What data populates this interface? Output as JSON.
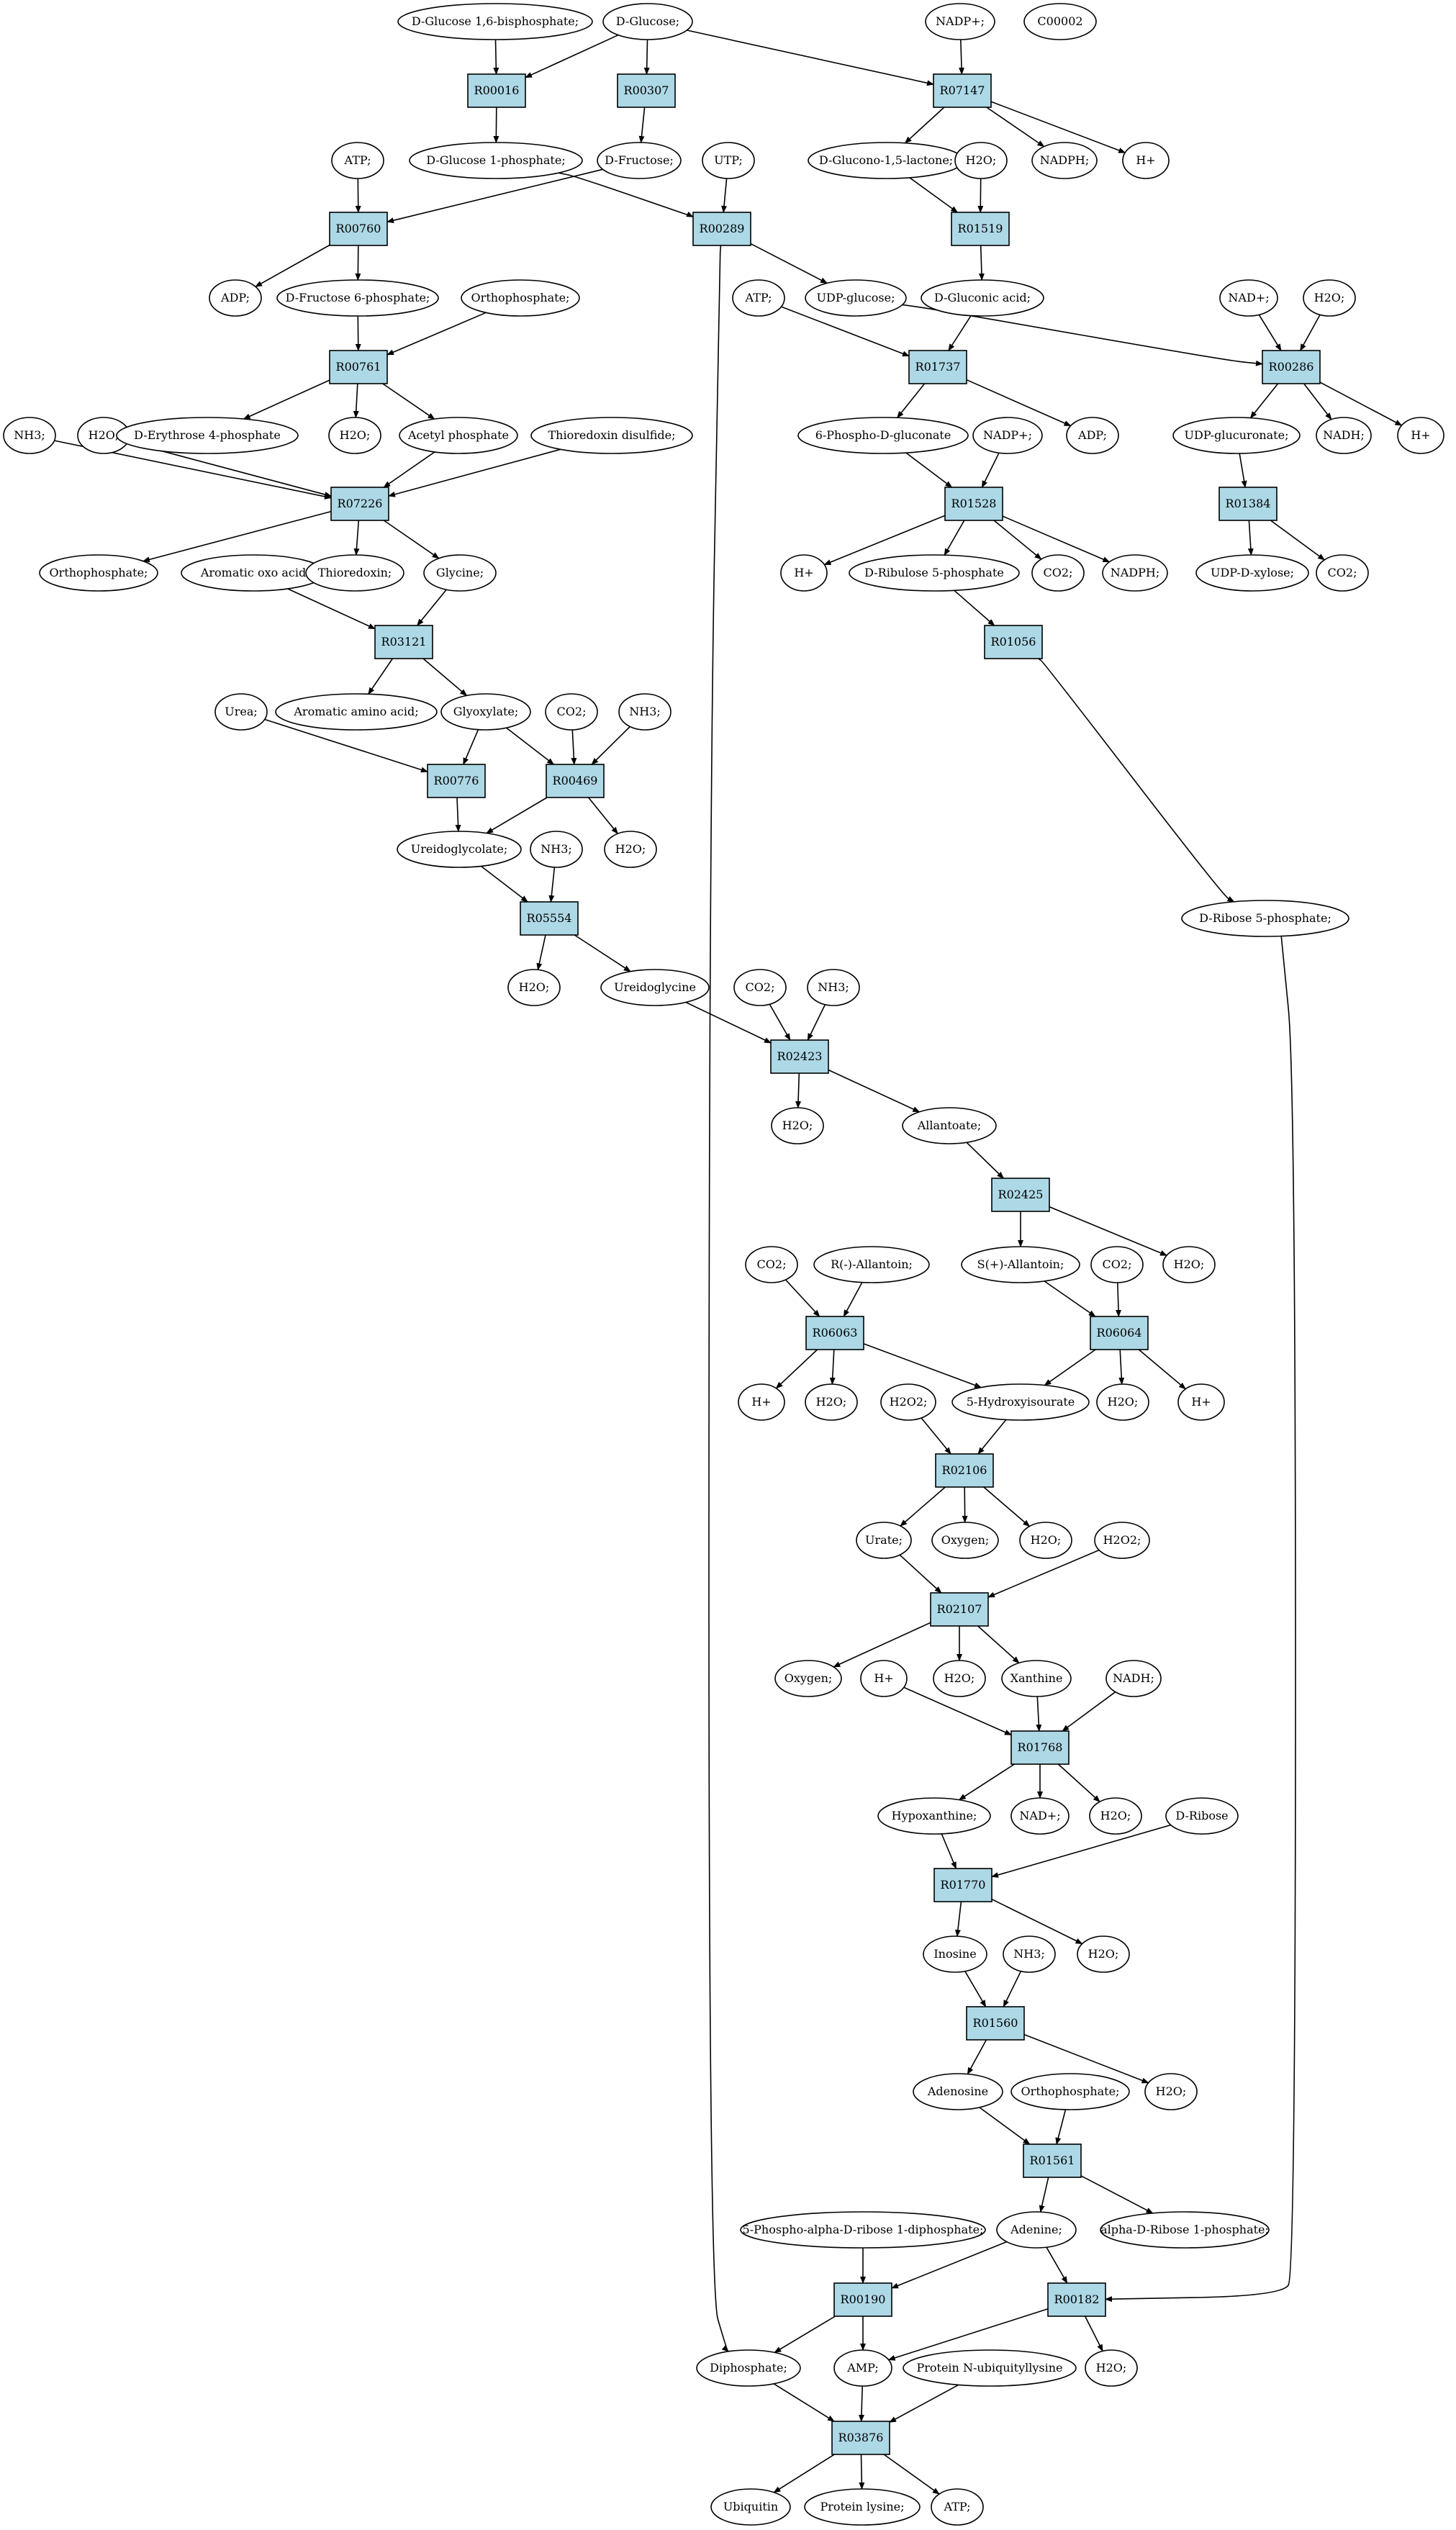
{
  "colors": {
    "reaction_fill": "#add8e6",
    "compound_fill": "#ffffff",
    "highlight_green": "#00ee00",
    "highlight_yellow": "#ffff00",
    "stroke": "#000000"
  },
  "nodes": [
    {
      "id": "glc16bp",
      "label": "D-Glucose 1,6-bisphosphate;",
      "kind": "compound"
    },
    {
      "id": "dglucose",
      "label": "D-Glucose;",
      "kind": "compound",
      "highlight": "green"
    },
    {
      "id": "nadp1",
      "label": "NADP+;",
      "kind": "compound"
    },
    {
      "id": "c00002",
      "label": "C00002",
      "kind": "compound",
      "highlight": "yellow"
    },
    {
      "id": "r00016",
      "label": "R00016",
      "kind": "reaction"
    },
    {
      "id": "r00307",
      "label": "R00307",
      "kind": "reaction"
    },
    {
      "id": "r07147",
      "label": "R07147",
      "kind": "reaction"
    },
    {
      "id": "atp1",
      "label": "ATP;",
      "kind": "compound"
    },
    {
      "id": "glc1p",
      "label": "D-Glucose 1-phosphate;",
      "kind": "compound"
    },
    {
      "id": "dfructose",
      "label": "D-Fructose;",
      "kind": "compound"
    },
    {
      "id": "utp",
      "label": "UTP;",
      "kind": "compound"
    },
    {
      "id": "gluconolactone",
      "label": "D-Glucono-1,5-lactone;",
      "kind": "compound"
    },
    {
      "id": "h2o_a",
      "label": "H2O;",
      "kind": "compound"
    },
    {
      "id": "nadph1",
      "label": "NADPH;",
      "kind": "compound"
    },
    {
      "id": "hplus1",
      "label": "H+",
      "kind": "compound"
    },
    {
      "id": "r00760",
      "label": "R00760",
      "kind": "reaction"
    },
    {
      "id": "r00289",
      "label": "R00289",
      "kind": "reaction"
    },
    {
      "id": "r01519",
      "label": "R01519",
      "kind": "reaction"
    },
    {
      "id": "adp1",
      "label": "ADP;",
      "kind": "compound"
    },
    {
      "id": "f6p",
      "label": "D-Fructose 6-phosphate;",
      "kind": "compound"
    },
    {
      "id": "orthop1",
      "label": "Orthophosphate;",
      "kind": "compound"
    },
    {
      "id": "atp2",
      "label": "ATP;",
      "kind": "compound"
    },
    {
      "id": "udpglucose",
      "label": "UDP-glucose;",
      "kind": "compound"
    },
    {
      "id": "gluconic",
      "label": "D-Gluconic acid;",
      "kind": "compound"
    },
    {
      "id": "nadplus1",
      "label": "NAD+;",
      "kind": "compound"
    },
    {
      "id": "h2o_b",
      "label": "H2O;",
      "kind": "compound"
    },
    {
      "id": "r00761",
      "label": "R00761",
      "kind": "reaction"
    },
    {
      "id": "r01737",
      "label": "R01737",
      "kind": "reaction"
    },
    {
      "id": "r00286",
      "label": "R00286",
      "kind": "reaction"
    },
    {
      "id": "nh3_a",
      "label": "NH3;",
      "kind": "compound"
    },
    {
      "id": "h2o_c",
      "label": "H2O;",
      "kind": "compound"
    },
    {
      "id": "e4p",
      "label": "D-Erythrose 4-phosphate",
      "kind": "compound"
    },
    {
      "id": "h2o_d",
      "label": "H2O;",
      "kind": "compound"
    },
    {
      "id": "acetylp",
      "label": "Acetyl phosphate",
      "kind": "compound"
    },
    {
      "id": "thioredoxin_ds",
      "label": "Thioredoxin disulfide;",
      "kind": "compound"
    },
    {
      "id": "pgluconate",
      "label": "6-Phospho-D-gluconate",
      "kind": "compound"
    },
    {
      "id": "nadp2",
      "label": "NADP+;",
      "kind": "compound"
    },
    {
      "id": "adp2",
      "label": "ADP;",
      "kind": "compound"
    },
    {
      "id": "udpglcur",
      "label": "UDP-glucuronate;",
      "kind": "compound"
    },
    {
      "id": "nadh1",
      "label": "NADH;",
      "kind": "compound"
    },
    {
      "id": "hplus2",
      "label": "H+",
      "kind": "compound"
    },
    {
      "id": "r07226",
      "label": "R07226",
      "kind": "reaction"
    },
    {
      "id": "r01528",
      "label": "R01528",
      "kind": "reaction"
    },
    {
      "id": "r01384",
      "label": "R01384",
      "kind": "reaction"
    },
    {
      "id": "orthop2",
      "label": "Orthophosphate;",
      "kind": "compound"
    },
    {
      "id": "aromoxo",
      "label": "Aromatic oxo acid",
      "kind": "compound"
    },
    {
      "id": "thioredoxin",
      "label": "Thioredoxin;",
      "kind": "compound"
    },
    {
      "id": "glycine",
      "label": "Glycine;",
      "kind": "compound"
    },
    {
      "id": "hplus3",
      "label": "H+",
      "kind": "compound"
    },
    {
      "id": "ru5p",
      "label": "D-Ribulose 5-phosphate",
      "kind": "compound"
    },
    {
      "id": "co2_a",
      "label": "CO2;",
      "kind": "compound"
    },
    {
      "id": "nadph2",
      "label": "NADPH;",
      "kind": "compound"
    },
    {
      "id": "udpxylose",
      "label": "UDP-D-xylose;",
      "kind": "compound"
    },
    {
      "id": "co2_b",
      "label": "CO2;",
      "kind": "compound"
    },
    {
      "id": "r03121",
      "label": "R03121",
      "kind": "reaction"
    },
    {
      "id": "r01056",
      "label": "R01056",
      "kind": "reaction"
    },
    {
      "id": "urea",
      "label": "Urea;",
      "kind": "compound"
    },
    {
      "id": "aromamino",
      "label": "Aromatic amino acid;",
      "kind": "compound"
    },
    {
      "id": "glyoxylate",
      "label": "Glyoxylate;",
      "kind": "compound"
    },
    {
      "id": "co2_c",
      "label": "CO2;",
      "kind": "compound"
    },
    {
      "id": "nh3_b",
      "label": "NH3;",
      "kind": "compound"
    },
    {
      "id": "r00776",
      "label": "R00776",
      "kind": "reaction"
    },
    {
      "id": "r00469",
      "label": "R00469",
      "kind": "reaction"
    },
    {
      "id": "ureidoglycolate",
      "label": "Ureidoglycolate;",
      "kind": "compound"
    },
    {
      "id": "nh3_c",
      "label": "NH3;",
      "kind": "compound"
    },
    {
      "id": "h2o_e",
      "label": "H2O;",
      "kind": "compound"
    },
    {
      "id": "r05554",
      "label": "R05554",
      "kind": "reaction"
    },
    {
      "id": "r5p",
      "label": "D-Ribose 5-phosphate;",
      "kind": "compound"
    },
    {
      "id": "h2o_f",
      "label": "H2O;",
      "kind": "compound"
    },
    {
      "id": "ureidoglycine",
      "label": "Ureidoglycine",
      "kind": "compound"
    },
    {
      "id": "co2_d",
      "label": "CO2;",
      "kind": "compound"
    },
    {
      "id": "nh3_d",
      "label": "NH3;",
      "kind": "compound"
    },
    {
      "id": "r02423",
      "label": "R02423",
      "kind": "reaction"
    },
    {
      "id": "h2o_g",
      "label": "H2O;",
      "kind": "compound"
    },
    {
      "id": "allantoate",
      "label": "Allantoate;",
      "kind": "compound"
    },
    {
      "id": "r02425",
      "label": "R02425",
      "kind": "reaction"
    },
    {
      "id": "co2_e",
      "label": "CO2;",
      "kind": "compound"
    },
    {
      "id": "rallantoin",
      "label": "R(-)-Allantoin;",
      "kind": "compound"
    },
    {
      "id": "sallantoin",
      "label": "S(+)-Allantoin;",
      "kind": "compound"
    },
    {
      "id": "co2_f",
      "label": "CO2;",
      "kind": "compound"
    },
    {
      "id": "h2o_h",
      "label": "H2O;",
      "kind": "compound"
    },
    {
      "id": "r06063",
      "label": "R06063",
      "kind": "reaction"
    },
    {
      "id": "r06064",
      "label": "R06064",
      "kind": "reaction"
    },
    {
      "id": "hplus4",
      "label": "H+",
      "kind": "compound"
    },
    {
      "id": "h2o_i",
      "label": "H2O;",
      "kind": "compound"
    },
    {
      "id": "h2o2_a",
      "label": "H2O2;",
      "kind": "compound"
    },
    {
      "id": "hiu",
      "label": "5-Hydroxyisourate",
      "kind": "compound"
    },
    {
      "id": "h2o_j",
      "label": "H2O;",
      "kind": "compound"
    },
    {
      "id": "hplus5",
      "label": "H+",
      "kind": "compound"
    },
    {
      "id": "r02106",
      "label": "R02106",
      "kind": "reaction"
    },
    {
      "id": "urate",
      "label": "Urate;",
      "kind": "compound"
    },
    {
      "id": "oxygen1",
      "label": "Oxygen;",
      "kind": "compound"
    },
    {
      "id": "h2o_k",
      "label": "H2O;",
      "kind": "compound"
    },
    {
      "id": "h2o2_b",
      "label": "H2O2;",
      "kind": "compound"
    },
    {
      "id": "r02107",
      "label": "R02107",
      "kind": "reaction"
    },
    {
      "id": "oxygen2",
      "label": "Oxygen;",
      "kind": "compound"
    },
    {
      "id": "hplus6",
      "label": "H+",
      "kind": "compound"
    },
    {
      "id": "h2o_l",
      "label": "H2O;",
      "kind": "compound"
    },
    {
      "id": "xanthine",
      "label": "Xanthine",
      "kind": "compound"
    },
    {
      "id": "nadh2",
      "label": "NADH;",
      "kind": "compound"
    },
    {
      "id": "r01768",
      "label": "R01768",
      "kind": "reaction"
    },
    {
      "id": "hypoxanthine",
      "label": "Hypoxanthine;",
      "kind": "compound"
    },
    {
      "id": "nadplus2",
      "label": "NAD+;",
      "kind": "compound"
    },
    {
      "id": "h2o_m",
      "label": "H2O;",
      "kind": "compound"
    },
    {
      "id": "dribose",
      "label": "D-Ribose",
      "kind": "compound"
    },
    {
      "id": "r01770",
      "label": "R01770",
      "kind": "reaction"
    },
    {
      "id": "inosine",
      "label": "Inosine",
      "kind": "compound"
    },
    {
      "id": "nh3_e",
      "label": "NH3;",
      "kind": "compound"
    },
    {
      "id": "h2o_n",
      "label": "H2O;",
      "kind": "compound"
    },
    {
      "id": "r01560",
      "label": "R01560",
      "kind": "reaction"
    },
    {
      "id": "adenosine",
      "label": "Adenosine",
      "kind": "compound"
    },
    {
      "id": "orthop3",
      "label": "Orthophosphate;",
      "kind": "compound"
    },
    {
      "id": "h2o_o",
      "label": "H2O;",
      "kind": "compound"
    },
    {
      "id": "r01561",
      "label": "R01561",
      "kind": "reaction"
    },
    {
      "id": "prpp",
      "label": "5-Phospho-alpha-D-ribose 1-diphosphate;",
      "kind": "compound"
    },
    {
      "id": "adenine",
      "label": "Adenine;",
      "kind": "compound"
    },
    {
      "id": "r1p",
      "label": "alpha-D-Ribose 1-phosphate;",
      "kind": "compound"
    },
    {
      "id": "r00190",
      "label": "R00190",
      "kind": "reaction"
    },
    {
      "id": "r00182",
      "label": "R00182",
      "kind": "reaction"
    },
    {
      "id": "diphosphate",
      "label": "Diphosphate;",
      "kind": "compound"
    },
    {
      "id": "amp",
      "label": "AMP;",
      "kind": "compound"
    },
    {
      "id": "protubi",
      "label": "Protein N-ubiquityllysine",
      "kind": "compound"
    },
    {
      "id": "h2o_p",
      "label": "H2O;",
      "kind": "compound"
    },
    {
      "id": "r03876",
      "label": "R03876",
      "kind": "reaction"
    },
    {
      "id": "ubiquitin",
      "label": "Ubiquitin",
      "kind": "compound"
    },
    {
      "id": "protlys",
      "label": "Protein lysine;",
      "kind": "compound"
    },
    {
      "id": "atp3",
      "label": "ATP;",
      "kind": "compound"
    }
  ],
  "edges": [
    [
      "glc16bp",
      "r00016"
    ],
    [
      "dglucose",
      "r00016"
    ],
    [
      "dglucose",
      "r00307"
    ],
    [
      "dglucose",
      "r07147"
    ],
    [
      "nadp1",
      "r07147"
    ],
    [
      "r00016",
      "glc1p"
    ],
    [
      "r00307",
      "dfructose"
    ],
    [
      "r07147",
      "gluconolactone"
    ],
    [
      "r07147",
      "nadph1"
    ],
    [
      "r07147",
      "hplus1"
    ],
    [
      "atp1",
      "r00760"
    ],
    [
      "dfructose",
      "r00760"
    ],
    [
      "glc1p",
      "r00289"
    ],
    [
      "utp",
      "r00289"
    ],
    [
      "gluconolactone",
      "r01519"
    ],
    [
      "h2o_a",
      "r01519"
    ],
    [
      "r00760",
      "adp1"
    ],
    [
      "r00760",
      "f6p"
    ],
    [
      "r00289",
      "udpglucose"
    ],
    [
      "r00289",
      "diphosphate"
    ],
    [
      "r01519",
      "gluconic"
    ],
    [
      "f6p",
      "r00761"
    ],
    [
      "orthop1",
      "r00761"
    ],
    [
      "atp2",
      "r01737"
    ],
    [
      "gluconic",
      "r01737"
    ],
    [
      "udpglucose",
      "r00286"
    ],
    [
      "nadplus1",
      "r00286"
    ],
    [
      "h2o_b",
      "r00286"
    ],
    [
      "r00761",
      "e4p"
    ],
    [
      "r00761",
      "h2o_d"
    ],
    [
      "r00761",
      "acetylp"
    ],
    [
      "r01737",
      "pgluconate"
    ],
    [
      "r01737",
      "adp2"
    ],
    [
      "r00286",
      "udpglcur"
    ],
    [
      "r00286",
      "nadh1"
    ],
    [
      "r00286",
      "hplus2"
    ],
    [
      "nh3_a",
      "r07226"
    ],
    [
      "h2o_c",
      "r07226"
    ],
    [
      "acetylp",
      "r07226"
    ],
    [
      "thioredoxin_ds",
      "r07226"
    ],
    [
      "pgluconate",
      "r01528"
    ],
    [
      "nadp2",
      "r01528"
    ],
    [
      "udpglcur",
      "r01384"
    ],
    [
      "r07226",
      "orthop2"
    ],
    [
      "r07226",
      "thioredoxin"
    ],
    [
      "r07226",
      "glycine"
    ],
    [
      "r01528",
      "hplus3"
    ],
    [
      "r01528",
      "ru5p"
    ],
    [
      "r01528",
      "co2_a"
    ],
    [
      "r01528",
      "nadph2"
    ],
    [
      "r01384",
      "udpxylose"
    ],
    [
      "r01384",
      "co2_b"
    ],
    [
      "aromoxo",
      "r03121"
    ],
    [
      "glycine",
      "r03121"
    ],
    [
      "ru5p",
      "r01056"
    ],
    [
      "r03121",
      "aromamino"
    ],
    [
      "r03121",
      "glyoxylate"
    ],
    [
      "urea",
      "r00776"
    ],
    [
      "glyoxylate",
      "r00776"
    ],
    [
      "glyoxylate",
      "r00469"
    ],
    [
      "co2_c",
      "r00469"
    ],
    [
      "nh3_b",
      "r00469"
    ],
    [
      "r00776",
      "ureidoglycolate"
    ],
    [
      "r00469",
      "ureidoglycolate"
    ],
    [
      "r00469",
      "h2o_e"
    ],
    [
      "ureidoglycolate",
      "r05554"
    ],
    [
      "nh3_c",
      "r05554"
    ],
    [
      "r01056",
      "r5p"
    ],
    [
      "r05554",
      "h2o_f"
    ],
    [
      "r05554",
      "ureidoglycine"
    ],
    [
      "ureidoglycine",
      "r02423"
    ],
    [
      "co2_d",
      "r02423"
    ],
    [
      "nh3_d",
      "r02423"
    ],
    [
      "r02423",
      "h2o_g"
    ],
    [
      "r02423",
      "allantoate"
    ],
    [
      "allantoate",
      "r02425"
    ],
    [
      "r02425",
      "sallantoin"
    ],
    [
      "r02425",
      "h2o_h"
    ],
    [
      "co2_e",
      "r06063"
    ],
    [
      "rallantoin",
      "r06063"
    ],
    [
      "sallantoin",
      "r06064"
    ],
    [
      "co2_f",
      "r06064"
    ],
    [
      "r06063",
      "hplus4"
    ],
    [
      "r06063",
      "h2o_i"
    ],
    [
      "r06063",
      "hiu"
    ],
    [
      "r06064",
      "hiu"
    ],
    [
      "r06064",
      "h2o_j"
    ],
    [
      "r06064",
      "hplus5"
    ],
    [
      "h2o2_a",
      "r02106"
    ],
    [
      "hiu",
      "r02106"
    ],
    [
      "r02106",
      "urate"
    ],
    [
      "r02106",
      "oxygen1"
    ],
    [
      "r02106",
      "h2o_k"
    ],
    [
      "urate",
      "r02107"
    ],
    [
      "h2o2_b",
      "r02107"
    ],
    [
      "r02107",
      "oxygen2"
    ],
    [
      "r02107",
      "h2o_l"
    ],
    [
      "r02107",
      "xanthine"
    ],
    [
      "hplus6",
      "r01768"
    ],
    [
      "xanthine",
      "r01768"
    ],
    [
      "nadh2",
      "r01768"
    ],
    [
      "r01768",
      "hypoxanthine"
    ],
    [
      "r01768",
      "nadplus2"
    ],
    [
      "r01768",
      "h2o_m"
    ],
    [
      "hypoxanthine",
      "r01770"
    ],
    [
      "dribose",
      "r01770"
    ],
    [
      "r01770",
      "inosine"
    ],
    [
      "r01770",
      "h2o_n"
    ],
    [
      "inosine",
      "r01560"
    ],
    [
      "nh3_e",
      "r01560"
    ],
    [
      "r01560",
      "adenosine"
    ],
    [
      "r01560",
      "h2o_o"
    ],
    [
      "adenosine",
      "r01561"
    ],
    [
      "orthop3",
      "r01561"
    ],
    [
      "r01561",
      "adenine"
    ],
    [
      "r01561",
      "r1p"
    ],
    [
      "prpp",
      "r00190"
    ],
    [
      "adenine",
      "r00190"
    ],
    [
      "adenine",
      "r00182"
    ],
    [
      "r5p",
      "r00182"
    ],
    [
      "r00190",
      "diphosphate"
    ],
    [
      "r00190",
      "amp"
    ],
    [
      "r00182",
      "amp"
    ],
    [
      "r00182",
      "h2o_p"
    ],
    [
      "diphosphate",
      "r03876"
    ],
    [
      "amp",
      "r03876"
    ],
    [
      "protubi",
      "r03876"
    ],
    [
      "r03876",
      "ubiquitin"
    ],
    [
      "r03876",
      "protlys"
    ],
    [
      "r03876",
      "atp3"
    ]
  ]
}
